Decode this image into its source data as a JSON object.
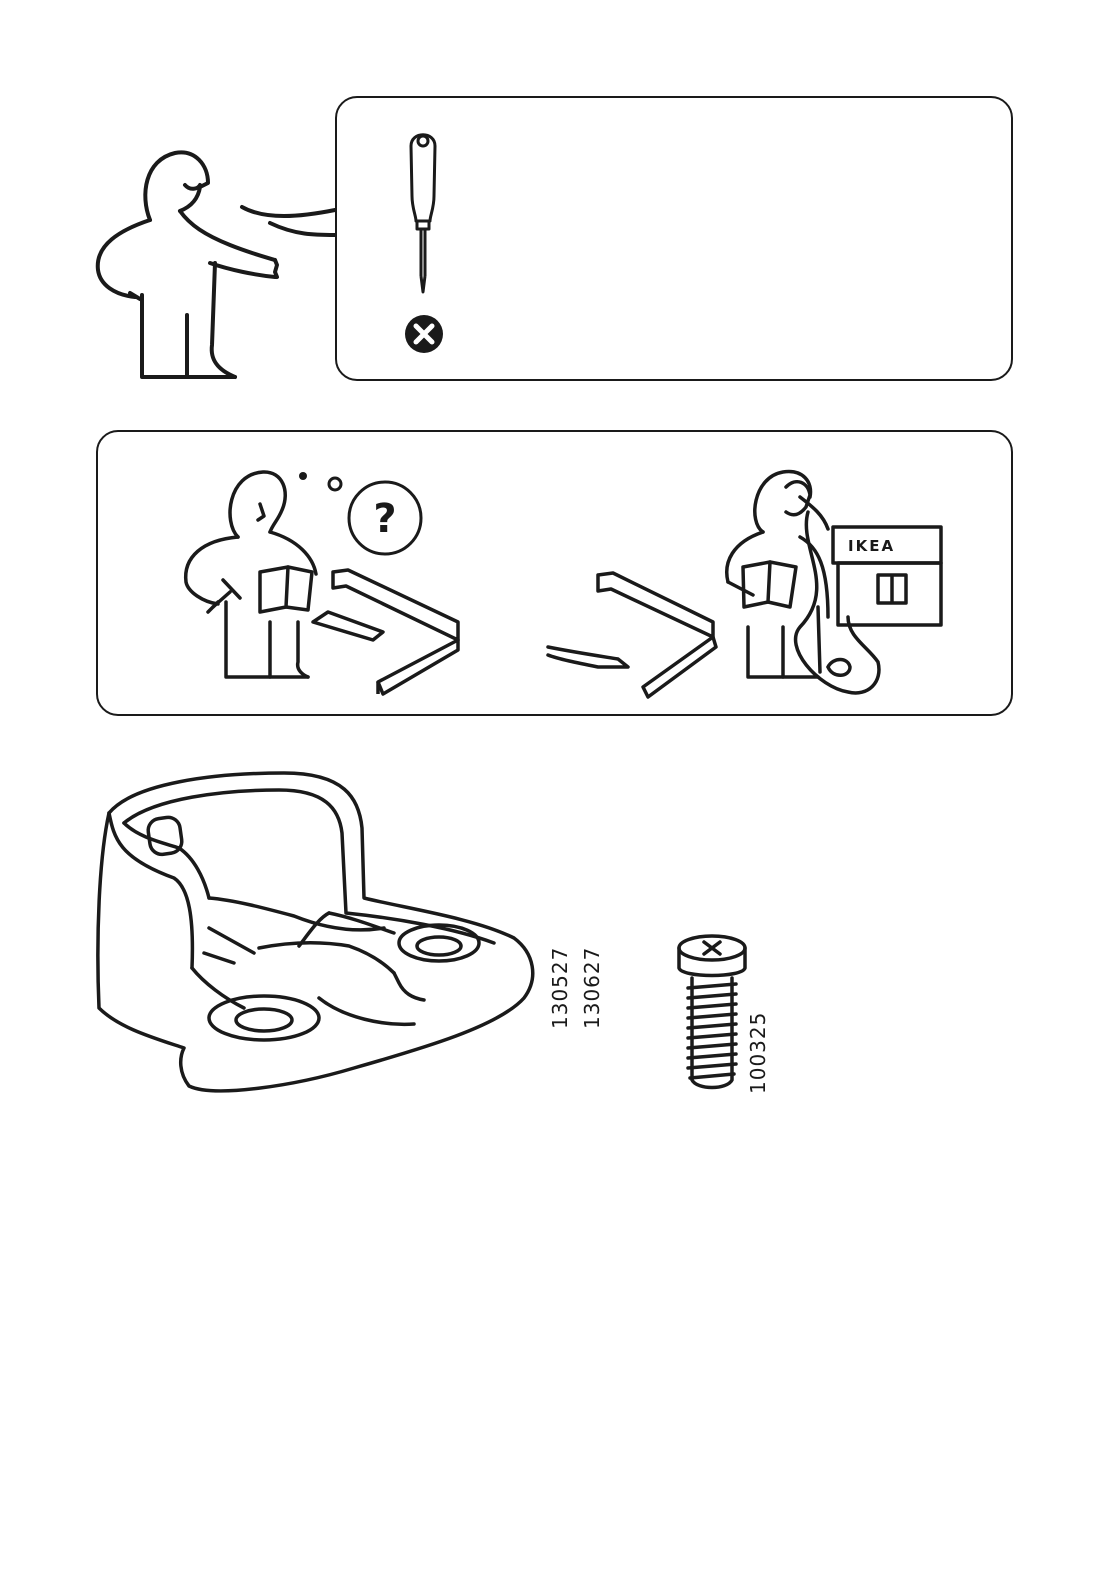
{
  "page": {
    "background": "#ffffff",
    "line_color": "#1a1a1a"
  },
  "tools_section": {
    "tool_icon": "screwdriver-icon",
    "status_icon": "cross-circle-icon"
  },
  "help_section": {
    "left_scene": "confused-person-with-manual",
    "question_icon": "question-mark-icon",
    "right_scene": "person-calling-store",
    "store_sign": "IKEA"
  },
  "parts": [
    {
      "icon": "bracket-part-icon",
      "codes": [
        "130527",
        "130627"
      ]
    },
    {
      "icon": "screw-part-icon",
      "codes": [
        "100325"
      ]
    }
  ]
}
